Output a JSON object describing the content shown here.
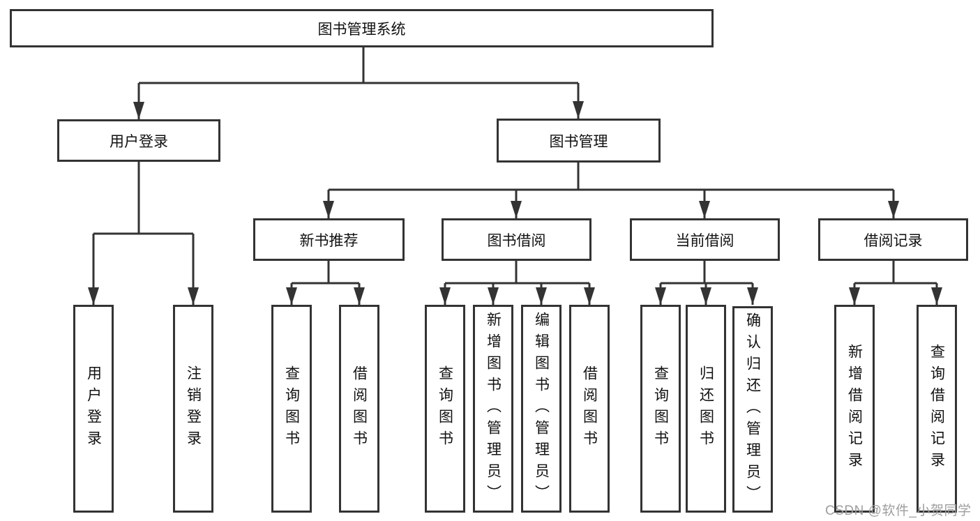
{
  "diagram": {
    "root": "图书管理系统",
    "level2": {
      "user_login": "用户登录",
      "book_management": "图书管理"
    },
    "level3": {
      "new_book": "新书推荐",
      "book_borrow": "图书借阅",
      "current_borrow": "当前借阅",
      "borrow_records": "借阅记录"
    },
    "leaves": {
      "user_login": [
        "用户登录",
        "注销登录"
      ],
      "new_book": [
        "查询图书",
        "借阅图书"
      ],
      "book_borrow": [
        "查询图书",
        "新增图书（管理员）",
        "编辑图书（管理员）",
        "借阅图书"
      ],
      "current_borrow": [
        "查询图书",
        "归还图书",
        "确认归还（管理员）"
      ],
      "borrow_records": [
        "新增借阅记录",
        "查询借阅记录"
      ]
    },
    "colors": {
      "line": "#333333",
      "box_border": "#333333",
      "box_fill": "#ffffff",
      "text": "#111111",
      "watermark": "#9e9e9e",
      "background": "#ffffff"
    }
  },
  "watermark": "CSDN @软件_小贺同学"
}
